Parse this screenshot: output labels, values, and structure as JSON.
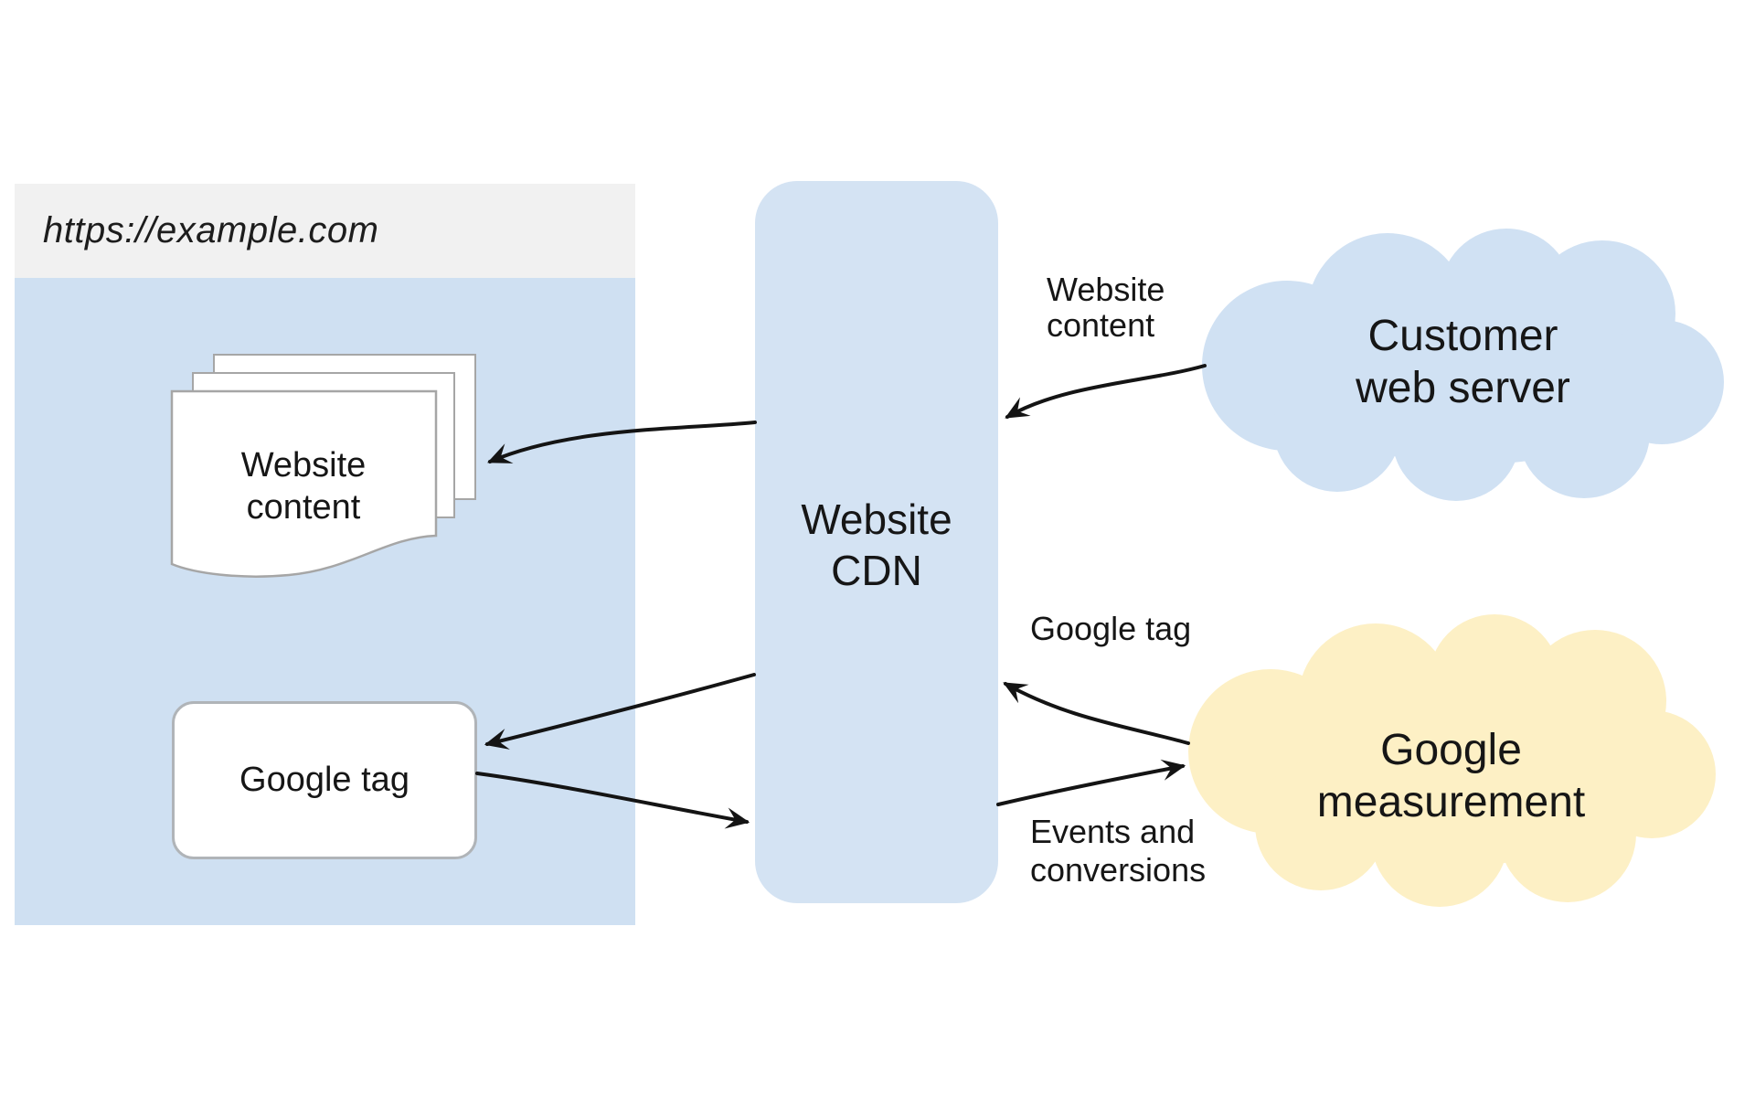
{
  "labels": {
    "url": "https://example.com",
    "pages_stack": "Website\ncontent",
    "google_tag_box": "Google tag",
    "cdn": "Website\nCDN",
    "customer_cloud": "Customer\nweb server",
    "measurement_cloud": "Google\nmeasurement"
  },
  "edge_labels": {
    "server_to_cdn": "Website\ncontent",
    "measurement_to_cdn": "Google tag",
    "cdn_to_measurement": "Events and\nconversions"
  },
  "colors": {
    "browser_body": "#cfe0f2",
    "titlebar": "#f1f1f1",
    "cdn_fill": "#d4e3f3",
    "cloud_blue": "#d0e1f3",
    "cloud_yellow": "#fdf0c5",
    "page_fill": "#ffffff",
    "page_border": "#a6a6a6",
    "line": "#141414"
  }
}
